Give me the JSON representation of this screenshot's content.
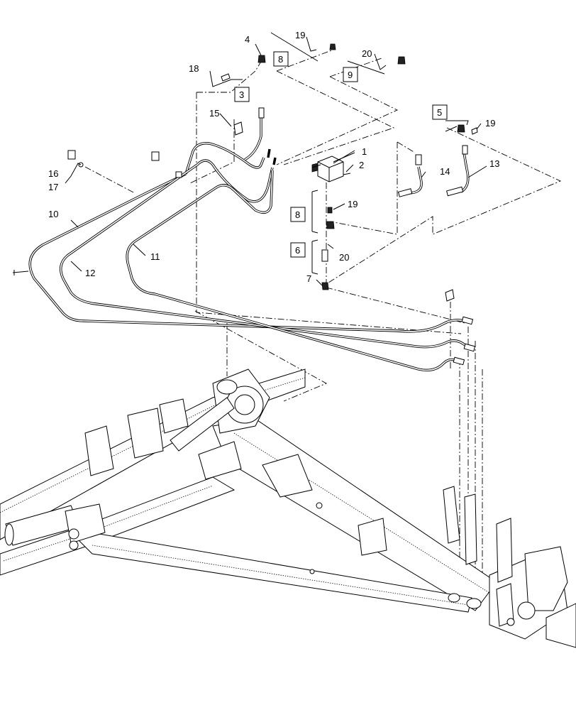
{
  "callouts": [
    {
      "id": "c1",
      "text": "1"
    },
    {
      "id": "c2",
      "text": "2"
    },
    {
      "id": "c3",
      "text": "3"
    },
    {
      "id": "c4",
      "text": "4"
    },
    {
      "id": "c5",
      "text": "5"
    },
    {
      "id": "c6",
      "text": "6"
    },
    {
      "id": "c7",
      "text": "7"
    },
    {
      "id": "c8a",
      "text": "8"
    },
    {
      "id": "c8b",
      "text": "8"
    },
    {
      "id": "c9",
      "text": "9"
    },
    {
      "id": "c10",
      "text": "10"
    },
    {
      "id": "c11",
      "text": "11"
    },
    {
      "id": "c12",
      "text": "12"
    },
    {
      "id": "c13",
      "text": "13"
    },
    {
      "id": "c14",
      "text": "14"
    },
    {
      "id": "c15",
      "text": "15"
    },
    {
      "id": "c16",
      "text": "16"
    },
    {
      "id": "c17",
      "text": "17"
    },
    {
      "id": "c18",
      "text": "18"
    },
    {
      "id": "c19a",
      "text": "19"
    },
    {
      "id": "c19b",
      "text": "19"
    },
    {
      "id": "c19c",
      "text": "19"
    },
    {
      "id": "c20a",
      "text": "20"
    },
    {
      "id": "c20b",
      "text": "20"
    }
  ]
}
